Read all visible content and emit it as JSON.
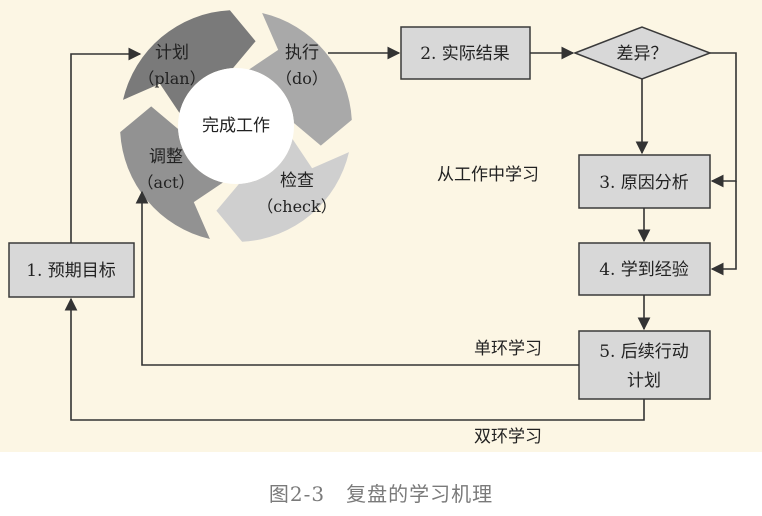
{
  "cycle": {
    "center": "完成工作",
    "segments": [
      {
        "label": "计划",
        "sub": "（plan）",
        "color": "#7a7a7a"
      },
      {
        "label": "执行",
        "sub": "（do）",
        "color": "#a9a9a9"
      },
      {
        "label": "检查",
        "sub": "（check）",
        "color": "#cfcfcf"
      },
      {
        "label": "调整",
        "sub": "（act）",
        "color": "#929292"
      }
    ]
  },
  "boxes": {
    "goal": "1. 预期目标",
    "result": "2. 实际结果",
    "diff": "差异？",
    "cause": "3. 原因分析",
    "lesson": "4. 学到经验",
    "plan_line1": "5. 后续行动",
    "plan_line2": "计划"
  },
  "labels": {
    "learn_from_work": "从工作中学习",
    "single_loop": "单环学习",
    "double_loop": "双环学习"
  },
  "caption": "图2-3　复盘的学习机理",
  "colors": {
    "panel_bg": "#fcf6e4",
    "box_fill": "#d8d8d8",
    "line": "#3a3a3a"
  }
}
